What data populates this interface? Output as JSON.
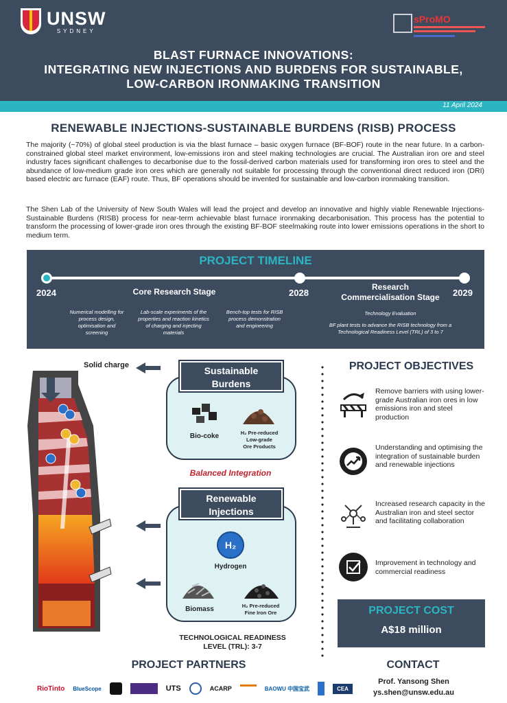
{
  "header": {
    "unsw_name": "UNSW",
    "unsw_sub": "SYDNEY",
    "spromo_name": "sProMO",
    "title_line1": "BLAST FURNACE INNOVATIONS:",
    "title_line2": "INTEGRATING NEW INJECTIONS AND BURDENS FOR SUSTAINABLE,",
    "title_line3": "LOW-CARBON IRONMAKING TRANSITION",
    "date": "11 April 2024"
  },
  "intro": {
    "title": "RENEWABLE INJECTIONS-SUSTAINABLE BURDENS (RISB) PROCESS",
    "para1": "The majority (~70%) of global steel production is via the blast furnace – basic oxygen furnace (BF-BOF) route in the near future. In a carbon-constrained global steel market environment, low-emissions iron and steel making technologies are crucial. The Australian iron ore and steel industry faces significant challenges to decarbonise due to the fossil-derived carbon materials used for transforming iron ores to steel and the abundance of low-medium grade iron ores which are generally not suitable for processing through the conventional direct reduced iron (DRI) based electric arc furnace (EAF) route. Thus, BF operations should be invented for sustainable and low-carbon ironmaking transition.",
    "para2": "The Shen Lab of the University of New South Wales will lead the project and develop an innovative and highly viable Renewable Injections-Sustainable Burdens (RISB) process for near-term achievable blast furnace ironmaking decarbonisation. This process has the potential to transform the processing of lower-grade iron ores through the existing BF-BOF steelmaking route into lower emissions operations in the short to medium term."
  },
  "timeline": {
    "title": "PROJECT TIMELINE",
    "years": [
      "2024",
      "2028",
      "2029"
    ],
    "stage1": "Core Research Stage",
    "stage2_line1": "Research",
    "stage2_line2": "Commercialisation Stage",
    "notes": [
      "Numerical modelling for process design, optimisation and screening",
      "Lab-scale experiments of the properties and reaction kinetics of charging and injecting materials",
      "Bench-top tests for RISB process demonstration and engineering"
    ],
    "tech_eval": "Technology Evaluation",
    "bf_tests": "BF plant tests to advance the RISB technology from a Technological Readiness Level (TRL) of 3 to 7"
  },
  "diagram": {
    "solid_charge": "Solid charge",
    "burdens_title_1": "Sustainable",
    "burdens_title_2": "Burdens",
    "biocoke": "Bio-coke",
    "h2_ore_1": "H₂ Pre-reduced",
    "h2_ore_2": "Low-grade",
    "h2_ore_3": "Ore Products",
    "balanced": "Balanced Integration",
    "injections_title_1": "Renewable",
    "injections_title_2": "Injections",
    "h2_symbol": "H₂",
    "hydrogen": "Hydrogen",
    "biomass": "Biomass",
    "fine_ore_1": "H₂ Pre-reduced",
    "fine_ore_2": "Fine Iron Ore",
    "trl_line1": "TECHNOLOGICAL READINESS",
    "trl_line2": "LEVEL (TRL): 3-7"
  },
  "objectives": {
    "title": "PROJECT OBJECTIVES",
    "items": [
      "Remove barriers with using lower-grade Australian iron ores in low emissions iron and steel production",
      "Understanding and optimising the integration of sustainable burden and renewable injections",
      "Increased research capacity in the Australian iron and steel sector and facilitating collaboration",
      "Improvement in technology and commercial readiness"
    ]
  },
  "cost": {
    "title": "PROJECT COST",
    "value": "A$18 million"
  },
  "partners": {
    "title": "PROJECT PARTNERS",
    "logos": [
      "RioTinto",
      "BlueScope",
      "",
      "",
      "UTS",
      "",
      "ACARP",
      "",
      "BAOWU 中国宝武",
      "",
      "CEA"
    ]
  },
  "contact": {
    "title": "CONTACT",
    "name": "Prof. Yansong Shen",
    "email": "ys.shen@unsw.edu.au"
  },
  "colors": {
    "navy": "#3d4b5f",
    "teal": "#2bb5c2",
    "red": "#c0232f",
    "light_teal": "#dff2f3"
  }
}
